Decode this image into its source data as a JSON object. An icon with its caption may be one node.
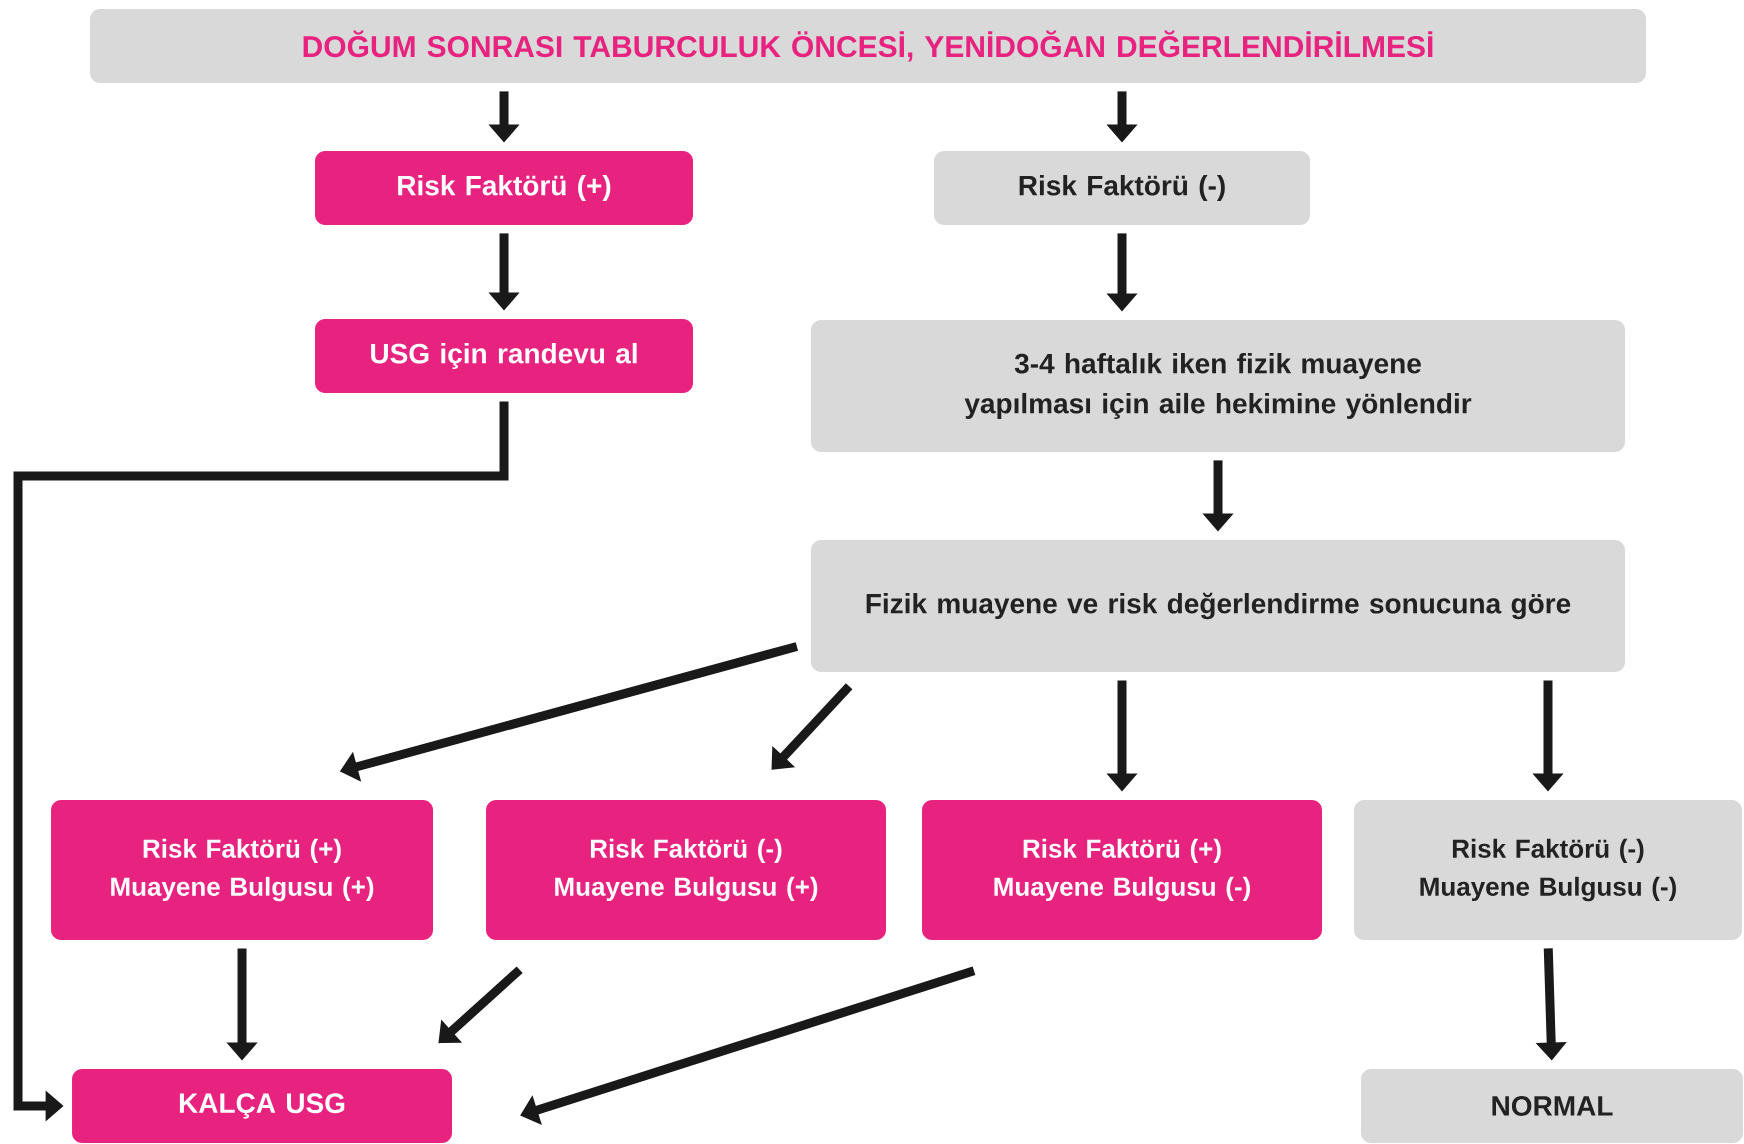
{
  "diagram": {
    "nodes": [
      {
        "text": [
          "DOĞUM SONRASI TABURCULUK ÖNCESİ, YENİDOĞAN DEĞERLENDİRİLMESİ"
        ]
      },
      {
        "text": [
          "Risk Faktörü (+)"
        ]
      },
      {
        "text": [
          "Risk Faktörü (-)"
        ]
      },
      {
        "text": [
          "USG için randevu al"
        ]
      },
      {
        "text": [
          "3-4 haftalık iken fizik muayene yapılması için aile hekimine yönlendir"
        ]
      },
      {
        "text": [
          "Fizik muayene ve risk değerlendirme sonucuna göre"
        ]
      },
      {
        "text": [
          "Risk Faktörü (+) Muayene Bulgusu (+)"
        ]
      },
      {
        "text": [
          "Risk Faktörü (-) Muayene Bulgusu (+)"
        ]
      },
      {
        "text": [
          "Risk Faktörü (+) Muayene Bulgusu (-)"
        ]
      },
      {
        "text": [
          "Risk Faktörü (-) Muayene Bulgusu (-)"
        ]
      },
      {
        "text": [
          "KALÇA USG"
        ]
      },
      {
        "text": [
          "NORMAL"
        ]
      }
    ],
    "edges": [
      {
        "from": 0,
        "to": 1,
        "arrow": "to"
      },
      {
        "from": 0,
        "to": 2,
        "arrow": "to"
      },
      {
        "from": 1,
        "to": 3,
        "arrow": "to"
      },
      {
        "from": 2,
        "to": 4,
        "arrow": "to"
      },
      {
        "from": 4,
        "to": 5,
        "arrow": "to"
      },
      {
        "from": 3,
        "to": 10,
        "arrow": "to"
      },
      {
        "from": 5,
        "to": 6,
        "arrow": "to"
      },
      {
        "from": 5,
        "to": 7,
        "arrow": "to"
      },
      {
        "from": 5,
        "to": 8,
        "arrow": "to"
      },
      {
        "from": 5,
        "to": 9,
        "arrow": "to"
      },
      {
        "from": 6,
        "to": 10,
        "arrow": "to"
      },
      {
        "from": 7,
        "to": 10,
        "arrow": "to"
      },
      {
        "from": 8,
        "to": 10,
        "arrow": "to"
      },
      {
        "from": 9,
        "to": 11,
        "arrow": "to"
      }
    ]
  }
}
